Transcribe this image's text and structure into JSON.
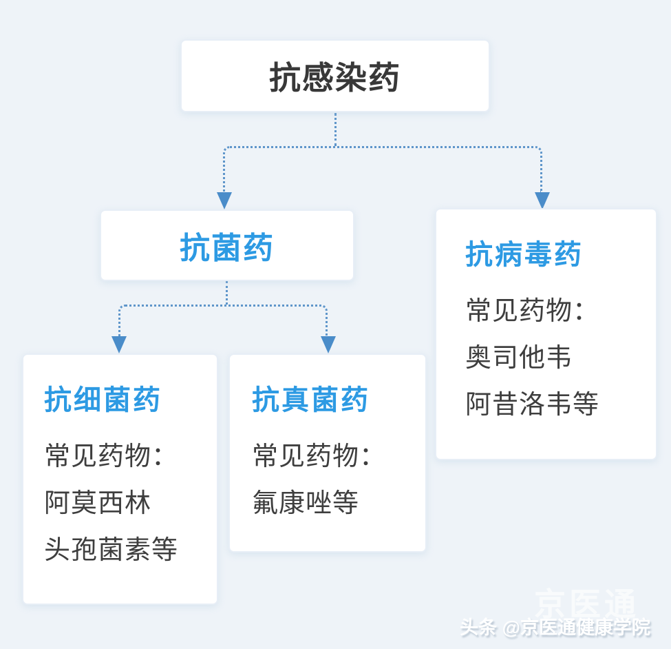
{
  "diagram": {
    "root": {
      "label": "抗感染药"
    },
    "level2": [
      {
        "label": "抗菌药"
      },
      {
        "label": "抗病毒药",
        "body": [
          "常见药物：",
          "奥司他韦",
          "阿昔洛韦等"
        ]
      }
    ],
    "level3": [
      {
        "label": "抗细菌药",
        "body": [
          "常见药物：",
          "阿莫西林",
          "头孢菌素等"
        ]
      },
      {
        "label": "抗真菌药",
        "body": [
          "常见药物：",
          "氟康唑等"
        ]
      }
    ]
  },
  "watermark": {
    "background_text": "京医通",
    "credit": "头条 @京医通健康学院"
  },
  "colors": {
    "background": "#eef3f8",
    "card_fill": "#ffffff",
    "card_border": "#e7eef6",
    "accent_blue_text": "#2d9ae3",
    "dark_text": "#383838",
    "body_text": "#3e3e3e",
    "connector_dotted": "#5e95ca",
    "arrowhead": "#4a8cc9",
    "watermark_white": "#ffffff"
  }
}
